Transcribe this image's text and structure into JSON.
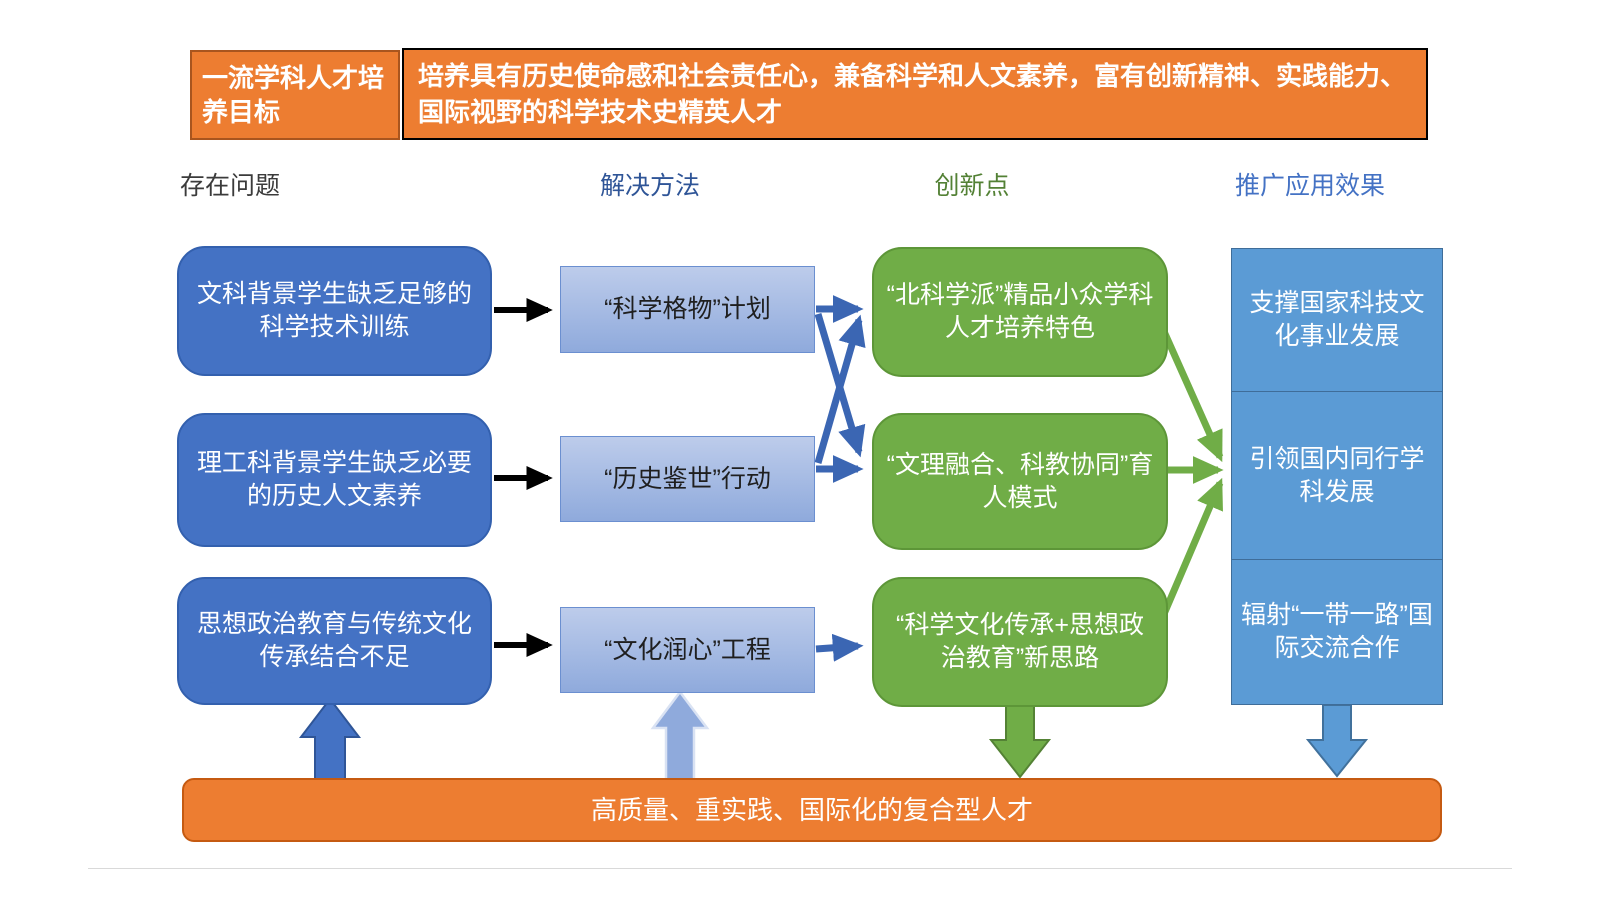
{
  "header": {
    "label": "一流学科人才培养目标",
    "description": "培养具有历史使命感和社会责任心，兼备科学和人文素养，富有创新精神、实践能力、国际视野的科学技术史精英人才"
  },
  "columns": {
    "problems": {
      "title": "存在问题",
      "title_color": "#3b3b3b",
      "items": [
        "文科背景学生缺乏足够的科学技术训练",
        "理工科背景学生缺乏必要的历史人文素养",
        "思想政治教育与传统文化传承结合不足"
      ]
    },
    "solutions": {
      "title": "解决方法",
      "title_color": "#2f5597",
      "items": [
        "“科学格物”计划",
        "“历史鉴世”行动",
        "“文化润心”工程"
      ]
    },
    "innovations": {
      "title": "创新点",
      "title_color": "#538135",
      "items": [
        "“北科学派”精品小众学科人才培养特色",
        "“文理融合、科教协同”育人模式",
        "“科学文化传承+思想政治教育”新思路"
      ]
    },
    "outcomes": {
      "title": "推广应用效果",
      "title_color": "#4472c4",
      "items": [
        "支撑国家科技文化事业发展",
        "引领国内同行学科发展",
        "辐射“一带一路”国际交流合作"
      ]
    }
  },
  "footer": {
    "label": "高质量、重实践、国际化的复合型人才"
  },
  "colors": {
    "orange": "#ED7D31",
    "problem_blue": "#4472C4",
    "solution_light_blue": "#8FAADC",
    "innovation_green": "#70AD47",
    "outcome_steel_blue": "#5B9BD5",
    "connector_blue": "#3B66B3",
    "connector_green": "#70AD47",
    "connector_black": "#000000"
  }
}
